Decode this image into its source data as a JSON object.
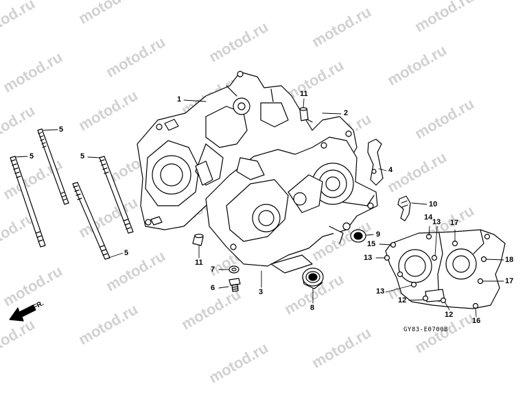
{
  "watermark_text": "motod.ru",
  "diagram_code": "GY83-E0700B",
  "front_marker": "FR.",
  "callouts": [
    {
      "id": "c1",
      "text": "1"
    },
    {
      "id": "c2",
      "text": "2"
    },
    {
      "id": "c3",
      "text": "3"
    },
    {
      "id": "c4",
      "text": "4"
    },
    {
      "id": "c5a",
      "text": "5"
    },
    {
      "id": "c5b",
      "text": "5"
    },
    {
      "id": "c5c",
      "text": "5"
    },
    {
      "id": "c5d",
      "text": "5"
    },
    {
      "id": "c6",
      "text": "6"
    },
    {
      "id": "c7",
      "text": "7"
    },
    {
      "id": "c8",
      "text": "8"
    },
    {
      "id": "c9",
      "text": "9"
    },
    {
      "id": "c10",
      "text": "10"
    },
    {
      "id": "c11a",
      "text": "11"
    },
    {
      "id": "c11b",
      "text": "11"
    },
    {
      "id": "c12a",
      "text": "12"
    },
    {
      "id": "c12b",
      "text": "12"
    },
    {
      "id": "c13a",
      "text": "13"
    },
    {
      "id": "c13b",
      "text": "13"
    },
    {
      "id": "c13c",
      "text": "13"
    },
    {
      "id": "c14",
      "text": "14"
    },
    {
      "id": "c15",
      "text": "15"
    },
    {
      "id": "c16",
      "text": "16"
    },
    {
      "id": "c17a",
      "text": "17"
    },
    {
      "id": "c17b",
      "text": "17"
    },
    {
      "id": "c18",
      "text": "18"
    }
  ]
}
